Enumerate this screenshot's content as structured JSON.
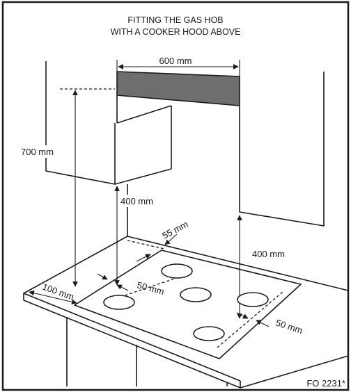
{
  "title": {
    "line1": "FITTING THE GAS HOB",
    "line2": "WITH A COOKER HOOD ABOVE"
  },
  "dimensions": {
    "hood_width": "600 mm",
    "hood_height_from_worktop": "700 mm",
    "hob_to_hood_left": "400 mm",
    "hob_to_wall_unit_right": "400 mm",
    "rear_clearance": "55 mm",
    "front_clearance": "100 mm",
    "side_clearance_left": "50 mm",
    "side_clearance_right": "50 mm"
  },
  "reference": "FO 2231*",
  "colors": {
    "line": "#1a1a1a",
    "hood_panel": "#6e6e6e",
    "background": "#ffffff"
  }
}
